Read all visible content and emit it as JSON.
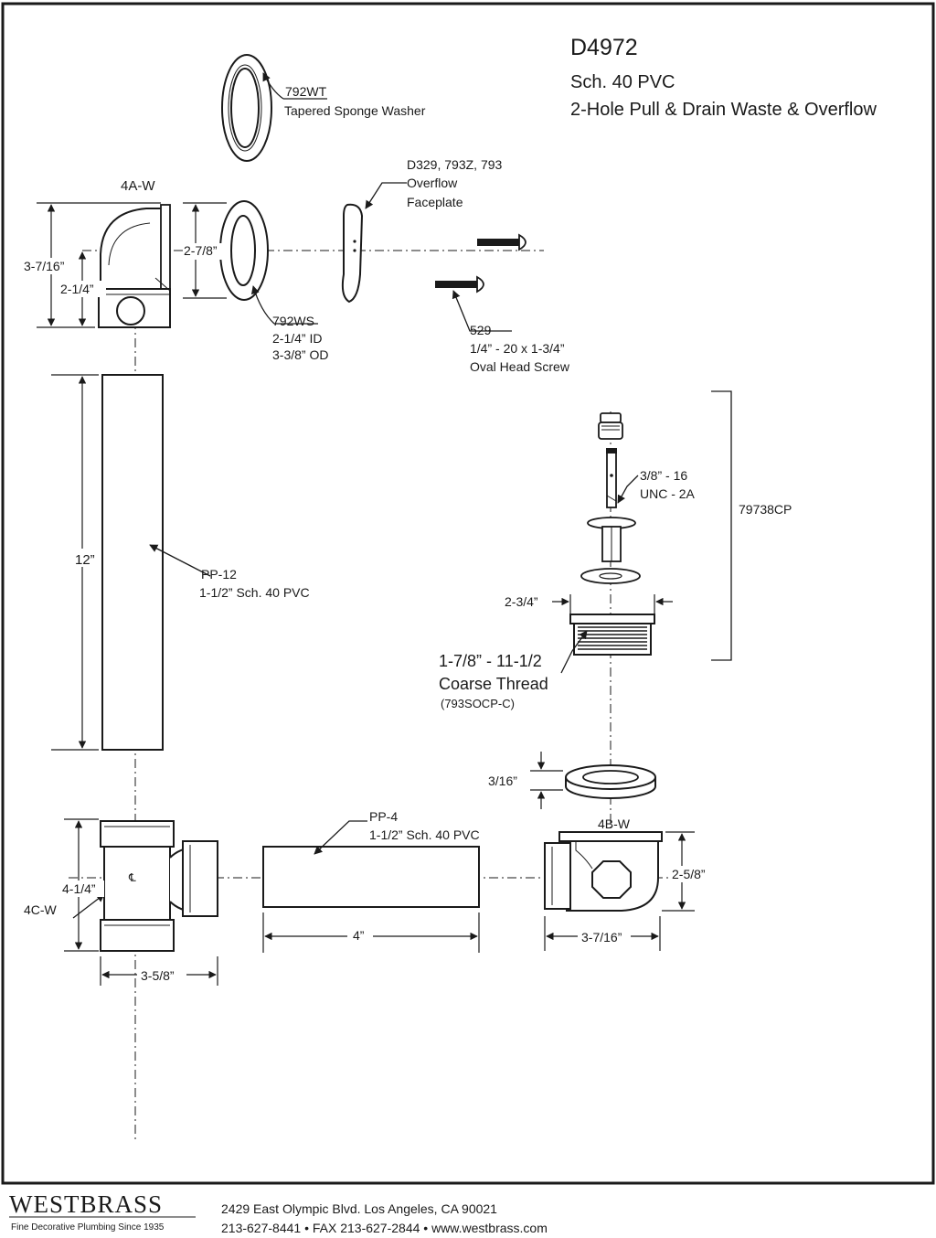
{
  "title": {
    "model": "D4972",
    "material": "Sch. 40 PVC",
    "description": "2-Hole Pull & Drain Waste & Overflow"
  },
  "parts": {
    "p792wt": {
      "code": "792WT",
      "name": "Tapered Sponge Washer"
    },
    "p4aw": {
      "code": "4A-W"
    },
    "faceplate": {
      "code": "D329, 793Z, 793",
      "line1": "Overflow",
      "line2": "Faceplate"
    },
    "p792ws": {
      "code": "792WS",
      "id": "2-1/4” ID",
      "od": "3-3/8” OD"
    },
    "screw": {
      "code": "529",
      "size": "1/4” - 20 x 1-3/4”",
      "name": "Oval Head Screw"
    },
    "pp12": {
      "code": "PP-12",
      "spec": "1-1/2” Sch. 40 PVC"
    },
    "stem": {
      "thread": "3/8” - 16",
      "class": "UNC - 2A"
    },
    "kit": {
      "code": "79738CP"
    },
    "body": {
      "thread": "1-7/8” - 11-1/2",
      "thread_type": "Coarse Thread",
      "code": "(793SOCP-C)"
    },
    "pp4": {
      "code": "PP-4",
      "spec": "1-1/2” Sch. 40 PVC"
    },
    "p4bw": {
      "code": "4B-W"
    },
    "p4cw": {
      "code": "4C-W"
    }
  },
  "dimensions": {
    "elbow_height": "3-7/16”",
    "elbow_center": "2-1/4”",
    "washer_od": "2-7/8”",
    "pipe_12": "12”",
    "flange": "2-3/4”",
    "gasket": "3/16”",
    "tee_height": "4-1/4”",
    "tee_width": "3-5/8”",
    "pipe_4": "4”",
    "shoe_height": "2-5/8”",
    "shoe_width": "3-7/16”",
    "centerline": "℄"
  },
  "footer": {
    "brand": "WESTBRASS",
    "tagline": "Fine Decorative Plumbing Since 1935",
    "address": "2429 East Olympic Blvd. Los Angeles, CA  90021",
    "contact": "213-627-8441 • FAX 213-627-2844 • www.westbrass.com"
  },
  "colors": {
    "ink": "#1a1a1a",
    "paper": "#ffffff",
    "part_fill": "#ffffff"
  }
}
